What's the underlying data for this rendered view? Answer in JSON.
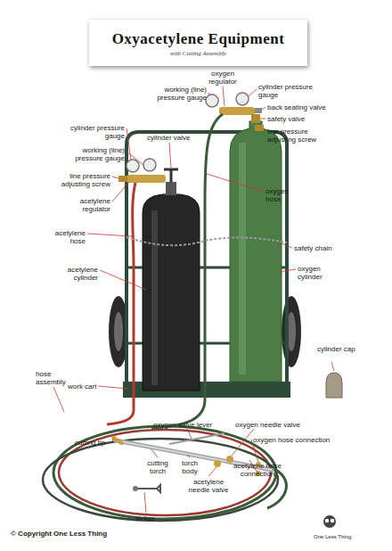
{
  "diagram": {
    "title": "Oxyacetylene Equipment",
    "caption": "with Cutting Assembly",
    "labels": [
      "oxygen regulator",
      "working (line) pressure gauge",
      "cylinder pressure gauge",
      "back seating valve",
      "safety valve",
      "line pressure adjusting screw",
      "cylinder pressure gauge",
      "cylinder valve",
      "working (line) pressure gauge",
      "line pressure adjusting screw",
      "acetylene regulator",
      "oxygen hose",
      "acetylene hose",
      "safety chain",
      "acetylene cylinder",
      "oxygen cylinder",
      "cylinder cap",
      "hose assembly",
      "work cart",
      "oxygen valve lever",
      "oxygen needle valve",
      "oxygen hose connection",
      "cutting tip",
      "cutting torch",
      "torch body",
      "acetylene hose connection",
      "acetylene needle valve",
      "striker",
      "© Copyright One Less Thing",
      "One Less Thing"
    ]
  }
}
